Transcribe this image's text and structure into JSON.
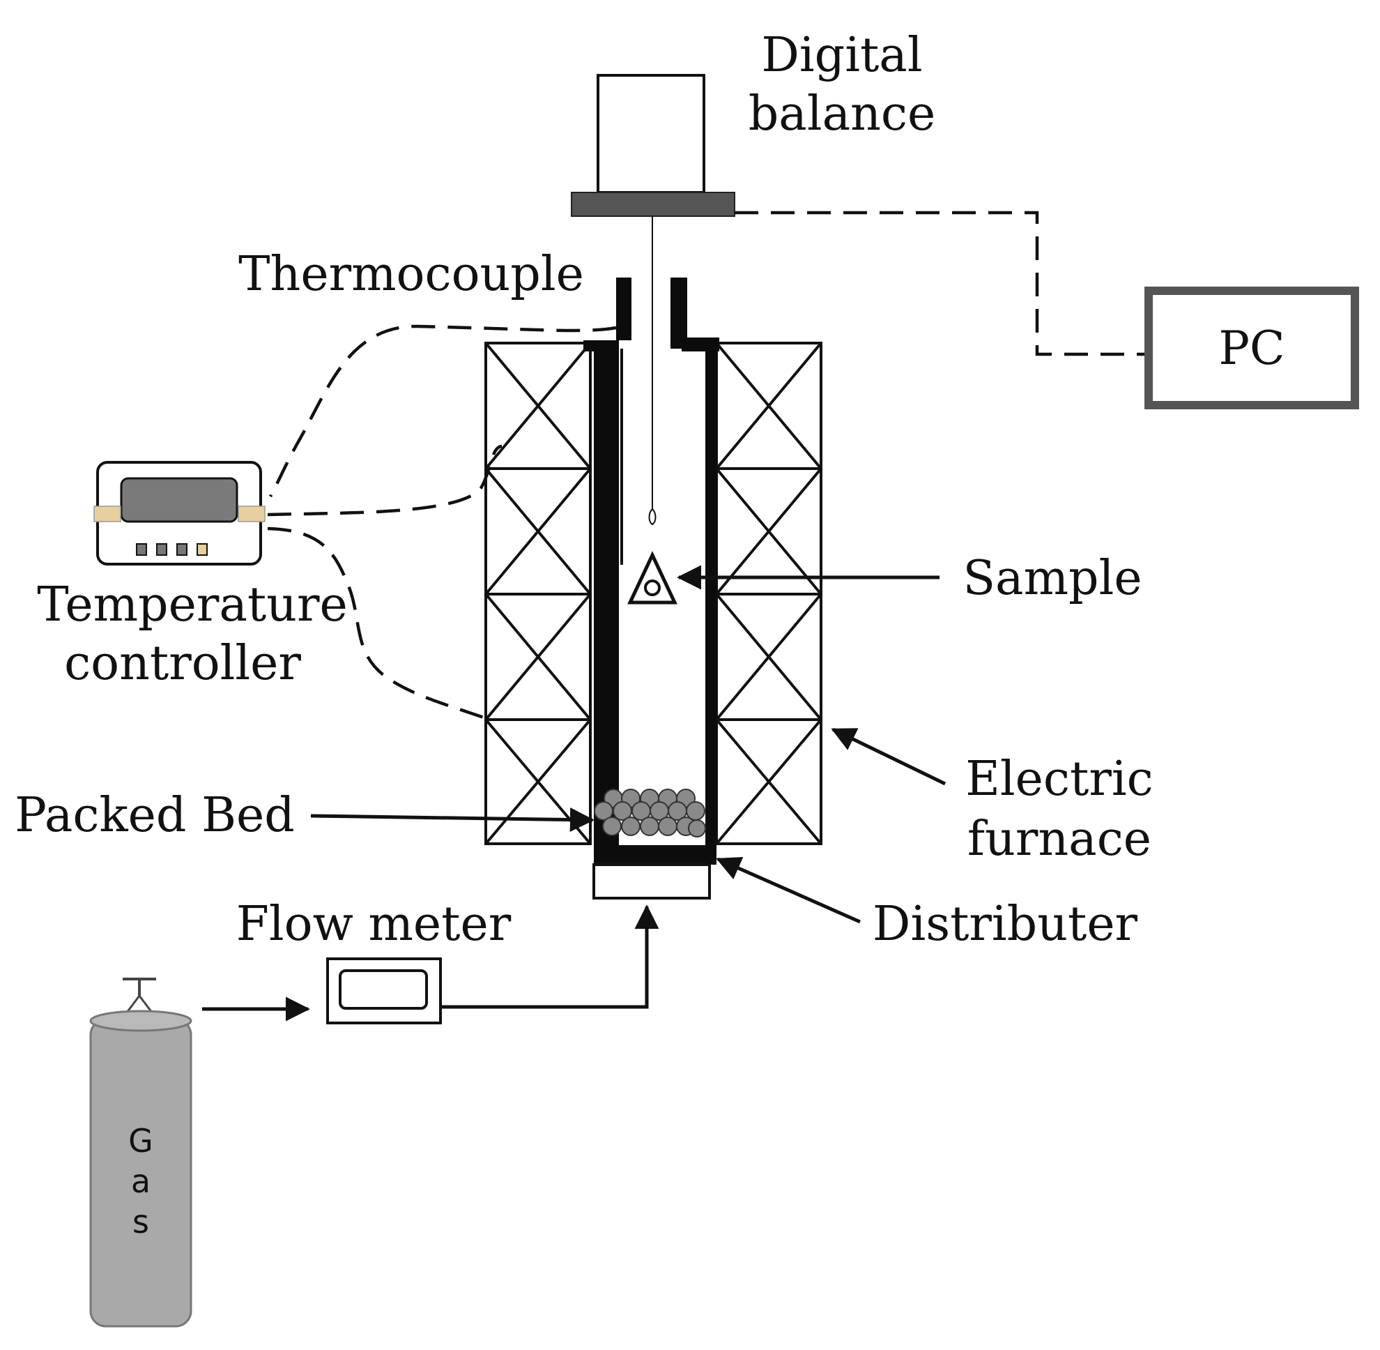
{
  "labels": {
    "digital_balance_line1": "Digital",
    "digital_balance_line2": "balance",
    "thermocouple": "Thermocouple",
    "pc": "PC",
    "temperature_controller_line1": "Temperature",
    "temperature_controller_line2": "controller",
    "sample": "Sample",
    "packed_bed": "Packed Bed",
    "electric_furnace_line1": "Electric",
    "electric_furnace_line2": "furnace",
    "flow_meter": "Flow meter",
    "distributer": "Distributer",
    "gas_letters": [
      "G",
      "a",
      "s"
    ]
  },
  "colors": {
    "line": "#111111",
    "balance_base": "#555555",
    "pc_border": "#555555",
    "controller_display": "#7a7a7a",
    "controller_ports": "#e8cfa0",
    "pellets": "#8a8a8a",
    "cylinder": "#a9a9a9"
  }
}
